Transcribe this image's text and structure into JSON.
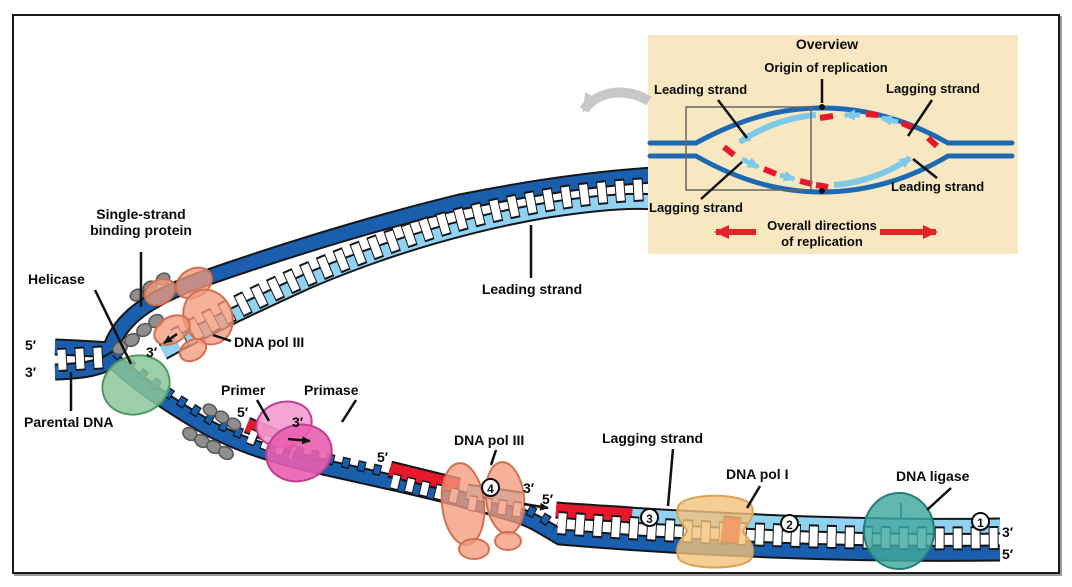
{
  "inset": {
    "title": "Overview",
    "origin": "Origin of replication",
    "leading_top": "Leading strand",
    "lagging_top": "Lagging strand",
    "lagging_bottom": "Lagging strand",
    "leading_bottom": "Leading strand",
    "overall_line1": "Overall directions",
    "overall_line2": "of replication"
  },
  "labels": {
    "ssb_line1": "Single-strand",
    "ssb_line2": "binding protein",
    "helicase": "Helicase",
    "dna_pol_iii": "DNA pol III",
    "leading_strand": "Leading strand",
    "parental_dna": "Parental DNA",
    "primer": "Primer",
    "primase": "Primase",
    "lagging_strand": "Lagging strand",
    "dna_pol_i": "DNA pol I",
    "dna_ligase": "DNA ligase"
  },
  "ends": {
    "five_prime": "5′",
    "three_prime": "3′"
  },
  "steps": {
    "s1": "1",
    "s2": "2",
    "s3": "3",
    "s4": "4"
  },
  "colors": {
    "strand_dark_blue": "#1A5FAE",
    "strand_light_blue": "#8FD2F2",
    "primer_red": "#E8182C",
    "helicase_green": "#8BC79A",
    "ssb_gray": "#8E8E8E",
    "polymerase_salmon": "#F29B7D",
    "primase_pink": "#E85FB0",
    "pol_i_yellow": "#F2C27A",
    "ligase_teal": "#3FA8A0",
    "inset_background": "#F8E8C2",
    "direction_arrow_red": "#E42327",
    "callout_gray": "#C8C8C8"
  }
}
